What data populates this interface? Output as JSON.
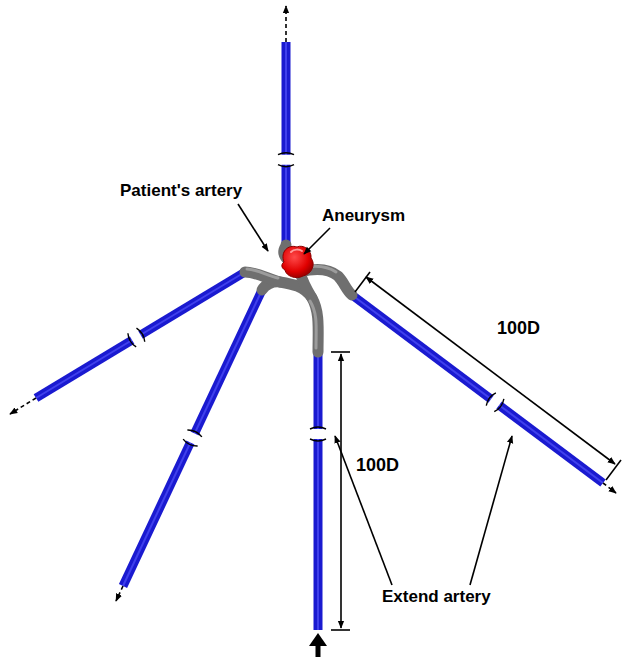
{
  "diagram": {
    "labels": [
      "Patient's artery",
      "Aneurysm",
      "100D",
      "100D",
      "Extend artery"
    ]
  }
}
